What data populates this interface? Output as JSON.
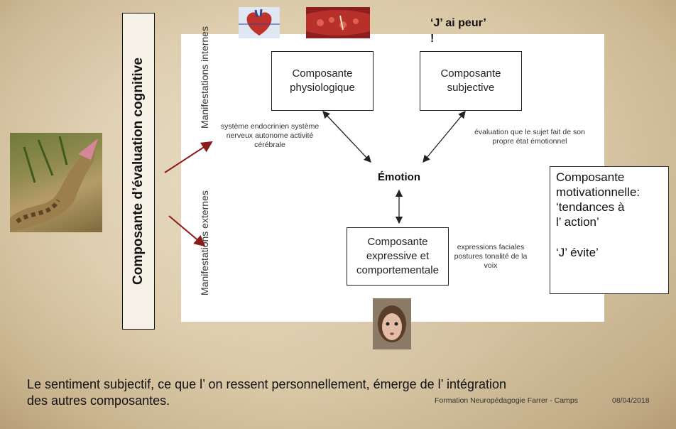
{
  "vertical_title": "Composante d’évaluation cognitive",
  "internal_label": "Manifestations internes",
  "external_label": "Manifestations externes",
  "boxes": {
    "physio": "Composante physiologique",
    "subjective": "Composante subjective",
    "expressive": "Composante expressive et comportementale"
  },
  "emotion": "Émotion",
  "notes": {
    "internal": "système endocrinien système nerveux autonome activité cérébrale",
    "subjective": "évaluation que le sujet fait de son propre état émotionnel",
    "expressive": "expressions faciales postures tonalité de la voix"
  },
  "quote_top": "‘J’ ai peur’ !",
  "motivation": {
    "line1": "Composante",
    "line2": "motivationnelle:",
    "line3": "‘tendances à",
    "line4": "l’ action’",
    "line5": "‘J’ évite’"
  },
  "caption_line1": "Le sentiment subjectif, ce que l’ on ressent personnellement,  émerge de l’ intégration",
  "caption_line2": "des autres composantes.",
  "footer": "Formation Neuropédagogie Farrer - Camps",
  "date": "08/04/2018",
  "colors": {
    "arrow_red": "#8b1a1a",
    "panel": "#ffffff"
  }
}
